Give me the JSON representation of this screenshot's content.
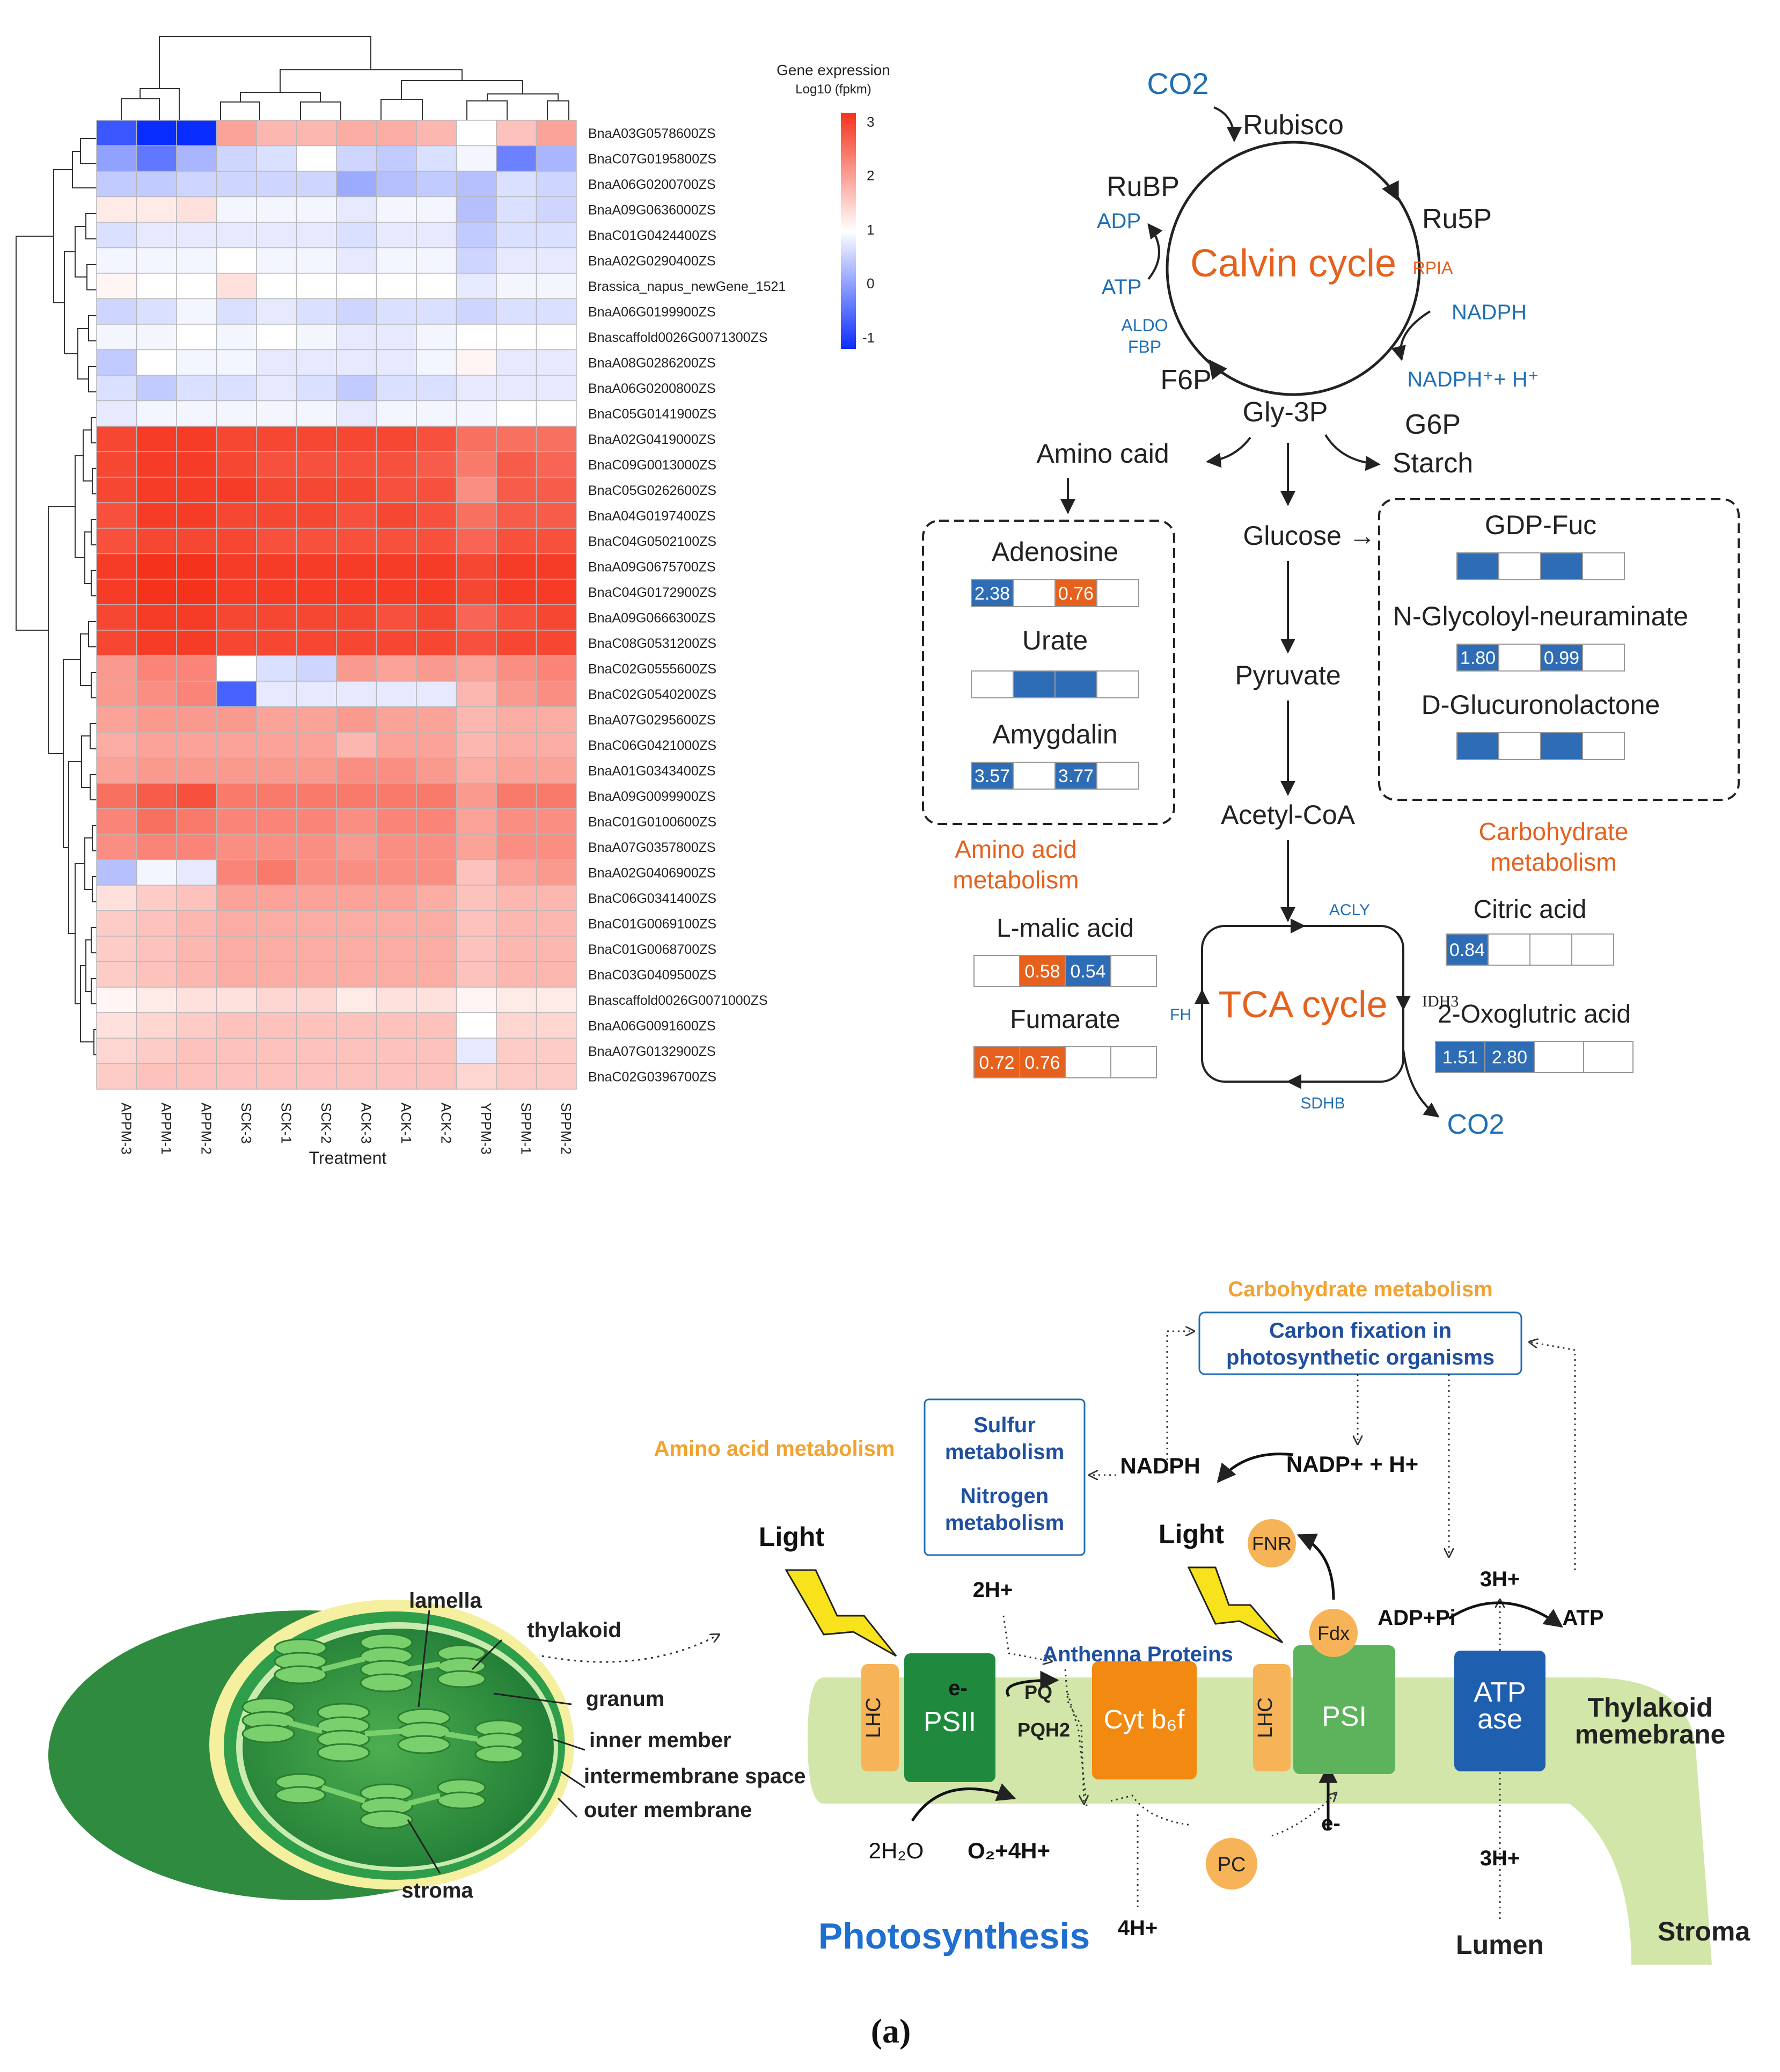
{
  "heatmap": {
    "legend_title": "Gene expression",
    "legend_subtitle": "Log10 (fpkm)",
    "legend_ticks": [
      "3",
      "2",
      "1",
      "0",
      "-1"
    ],
    "columns": [
      "APPM-3",
      "APPM-1",
      "APPM-2",
      "SCK-3",
      "SCK-1",
      "SCK-2",
      "ACK-3",
      "ACK-1",
      "ACK-2",
      "YPPM-3",
      "SPPM-1",
      "SPPM-2"
    ],
    "x_axis_label": "Treatment",
    "rows": [
      {
        "gene": "BnaA03G0578600ZS",
        "values": [
          -0.6,
          -1.0,
          -1.0,
          1.9,
          1.7,
          1.7,
          1.8,
          1.8,
          1.7,
          1.0,
          1.6,
          1.9
        ]
      },
      {
        "gene": "BnaC07G0195800ZS",
        "values": [
          0.1,
          -0.3,
          0.3,
          0.6,
          0.7,
          1.0,
          0.6,
          0.5,
          0.7,
          0.9,
          -0.2,
          0.3
        ]
      },
      {
        "gene": "BnaA06G0200700ZS",
        "values": [
          0.5,
          0.5,
          0.6,
          0.6,
          0.6,
          0.6,
          0.2,
          0.4,
          0.5,
          0.4,
          0.7,
          0.6
        ]
      },
      {
        "gene": "BnaA09G0636000ZS",
        "values": [
          1.2,
          1.2,
          1.3,
          0.9,
          0.9,
          0.9,
          0.8,
          0.9,
          0.9,
          0.4,
          0.7,
          0.6
        ]
      },
      {
        "gene": "BnaC01G0424400ZS",
        "values": [
          0.7,
          0.8,
          0.8,
          0.8,
          0.8,
          0.8,
          0.7,
          0.8,
          0.8,
          0.5,
          0.7,
          0.7
        ]
      },
      {
        "gene": "BnaA02G0290400ZS",
        "values": [
          0.9,
          0.9,
          0.9,
          1.0,
          0.9,
          0.9,
          0.8,
          0.9,
          0.9,
          0.6,
          0.8,
          0.8
        ]
      },
      {
        "gene": "Brassica_napus_newGene_1521",
        "values": [
          1.1,
          1.0,
          1.0,
          1.3,
          1.0,
          1.0,
          1.0,
          1.0,
          1.0,
          0.8,
          0.9,
          0.9
        ]
      },
      {
        "gene": "BnaA06G0199900ZS",
        "values": [
          0.6,
          0.7,
          0.9,
          0.7,
          0.8,
          0.7,
          0.6,
          0.7,
          0.7,
          0.6,
          0.7,
          0.7
        ]
      },
      {
        "gene": "Bnascaffold0026G0071300ZS",
        "values": [
          0.9,
          0.9,
          1.0,
          0.9,
          1.0,
          0.9,
          0.8,
          0.8,
          0.9,
          1.0,
          1.0,
          1.0
        ]
      },
      {
        "gene": "BnaA08G0286200ZS",
        "values": [
          0.5,
          1.0,
          0.9,
          0.9,
          0.8,
          0.8,
          0.8,
          0.8,
          0.9,
          1.1,
          0.8,
          0.8
        ]
      },
      {
        "gene": "BnaA06G0200800ZS",
        "values": [
          0.7,
          0.5,
          0.7,
          0.7,
          0.8,
          0.7,
          0.5,
          0.7,
          0.7,
          0.8,
          0.8,
          0.8
        ]
      },
      {
        "gene": "BnaC05G0141900ZS",
        "values": [
          0.8,
          0.9,
          0.9,
          0.9,
          0.9,
          0.9,
          0.8,
          0.9,
          0.9,
          0.9,
          1.0,
          1.0
        ]
      },
      {
        "gene": "BnaA02G0419000ZS",
        "values": [
          2.8,
          2.9,
          2.9,
          2.8,
          2.8,
          2.8,
          2.8,
          2.8,
          2.7,
          2.4,
          2.4,
          2.4
        ]
      },
      {
        "gene": "BnaC09G0013000ZS",
        "values": [
          2.8,
          2.9,
          2.9,
          2.8,
          2.7,
          2.7,
          2.7,
          2.7,
          2.6,
          2.3,
          2.6,
          2.5
        ]
      },
      {
        "gene": "BnaC05G0262600ZS",
        "values": [
          2.8,
          2.9,
          2.9,
          2.9,
          2.8,
          2.8,
          2.8,
          2.7,
          2.7,
          2.1,
          2.6,
          2.6
        ]
      },
      {
        "gene": "BnaA04G0197400ZS",
        "values": [
          2.7,
          2.9,
          2.9,
          2.8,
          2.8,
          2.8,
          2.7,
          2.8,
          2.7,
          2.4,
          2.6,
          2.6
        ]
      },
      {
        "gene": "BnaC04G0502100ZS",
        "values": [
          2.7,
          2.8,
          2.8,
          2.8,
          2.7,
          2.7,
          2.7,
          2.7,
          2.7,
          2.5,
          2.7,
          2.7
        ]
      },
      {
        "gene": "BnaA09G0675700ZS",
        "values": [
          2.9,
          3.0,
          3.0,
          2.9,
          2.9,
          2.9,
          2.9,
          2.9,
          2.9,
          2.8,
          2.9,
          2.9
        ]
      },
      {
        "gene": "BnaC04G0172900ZS",
        "values": [
          2.9,
          3.0,
          3.0,
          2.9,
          2.9,
          2.9,
          2.9,
          2.9,
          2.9,
          2.8,
          2.9,
          2.9
        ]
      },
      {
        "gene": "BnaA09G0666300ZS",
        "values": [
          2.8,
          2.9,
          2.9,
          2.8,
          2.8,
          2.8,
          2.8,
          2.7,
          2.8,
          2.5,
          2.7,
          2.8
        ]
      },
      {
        "gene": "BnaC08G0531200ZS",
        "values": [
          2.8,
          2.9,
          2.9,
          2.8,
          2.8,
          2.8,
          2.8,
          2.8,
          2.8,
          2.7,
          2.8,
          2.8
        ]
      },
      {
        "gene": "BnaC02G0555600ZS",
        "values": [
          2.0,
          2.2,
          2.2,
          1.0,
          0.7,
          0.6,
          2.0,
          1.9,
          2.0,
          1.9,
          2.1,
          2.2
        ]
      },
      {
        "gene": "BnaC02G0540200ZS",
        "values": [
          2.0,
          2.1,
          2.2,
          -0.5,
          0.8,
          0.8,
          0.8,
          0.8,
          0.8,
          1.7,
          2.0,
          2.1
        ]
      },
      {
        "gene": "BnaA07G0295600ZS",
        "values": [
          1.9,
          2.0,
          2.0,
          2.0,
          1.9,
          1.9,
          2.0,
          1.9,
          1.9,
          1.7,
          1.8,
          1.8
        ]
      },
      {
        "gene": "BnaC06G0421000ZS",
        "values": [
          1.8,
          1.9,
          1.9,
          1.9,
          1.9,
          1.9,
          1.7,
          1.9,
          1.9,
          1.7,
          1.8,
          1.8
        ]
      },
      {
        "gene": "BnaA01G0343400ZS",
        "values": [
          1.9,
          2.0,
          2.0,
          2.0,
          2.0,
          2.0,
          2.1,
          2.1,
          2.0,
          1.8,
          1.9,
          1.9
        ]
      },
      {
        "gene": "BnaA09G0099900ZS",
        "values": [
          2.4,
          2.6,
          2.7,
          2.3,
          2.3,
          2.3,
          2.3,
          2.3,
          2.3,
          2.0,
          2.3,
          2.3
        ]
      },
      {
        "gene": "BnaC01G0100600ZS",
        "values": [
          2.2,
          2.4,
          2.3,
          2.2,
          2.2,
          2.2,
          2.1,
          2.2,
          2.2,
          1.9,
          2.1,
          2.1
        ]
      },
      {
        "gene": "BnaA07G0357800ZS",
        "values": [
          2.1,
          2.2,
          2.2,
          2.1,
          2.1,
          2.1,
          2.0,
          2.1,
          2.1,
          1.9,
          2.1,
          2.1
        ]
      },
      {
        "gene": "BnaA02G0406900ZS",
        "values": [
          0.4,
          0.9,
          0.8,
          2.2,
          2.3,
          2.1,
          2.1,
          2.1,
          2.1,
          1.6,
          1.9,
          2.0
        ]
      },
      {
        "gene": "BnaC06G0341400ZS",
        "values": [
          1.3,
          1.5,
          1.6,
          1.9,
          1.9,
          1.9,
          1.9,
          1.9,
          1.8,
          1.6,
          1.7,
          1.7
        ]
      },
      {
        "gene": "BnaC01G0069100ZS",
        "values": [
          1.5,
          1.6,
          1.7,
          1.8,
          1.8,
          1.8,
          1.8,
          1.8,
          1.8,
          1.6,
          1.7,
          1.7
        ]
      },
      {
        "gene": "BnaC01G0068700ZS",
        "values": [
          1.5,
          1.6,
          1.7,
          1.8,
          1.8,
          1.8,
          1.8,
          1.8,
          1.8,
          1.6,
          1.7,
          1.7
        ]
      },
      {
        "gene": "BnaC03G0409500ZS",
        "values": [
          1.5,
          1.6,
          1.7,
          1.8,
          1.8,
          1.8,
          1.8,
          1.8,
          1.8,
          1.6,
          1.7,
          1.7
        ]
      },
      {
        "gene": "Bnascaffold0026G0071000ZS",
        "values": [
          1.1,
          1.2,
          1.3,
          1.3,
          1.4,
          1.4,
          1.2,
          1.3,
          1.3,
          1.1,
          1.2,
          1.2
        ]
      },
      {
        "gene": "BnaA06G0091600ZS",
        "values": [
          1.3,
          1.4,
          1.5,
          1.6,
          1.6,
          1.6,
          1.6,
          1.6,
          1.6,
          1.0,
          1.4,
          1.4
        ]
      },
      {
        "gene": "BnaA07G0132900ZS",
        "values": [
          1.4,
          1.5,
          1.6,
          1.6,
          1.6,
          1.6,
          1.6,
          1.6,
          1.6,
          0.8,
          1.5,
          1.5
        ]
      },
      {
        "gene": "BnaC02G0396700ZS",
        "values": [
          1.5,
          1.6,
          1.6,
          1.6,
          1.6,
          1.6,
          1.6,
          1.6,
          1.6,
          1.4,
          1.5,
          1.5
        ]
      }
    ]
  },
  "calvin": {
    "co2_in": "CO2",
    "rubisco": "Rubisco",
    "rubp": "RuBP",
    "ru5p": "Ru5P",
    "adp": "ADP",
    "atp": "ATP",
    "aldo": "ALDO",
    "fbp": "FBP",
    "title": "Calvin cycle",
    "rpia": "RPIA",
    "nadph": "NADPH",
    "nadph_plus": "NADPH⁺+ H⁺",
    "f6p": "F6P",
    "gly3p": "Gly-3P",
    "g6p": "G6P",
    "starch": "Starch",
    "amino_caid": "Amino caid",
    "glucose": "Glucose →",
    "pyruvate": "Pyruvate",
    "acetyl_coa": "Acetyl-CoA",
    "amino_box": {
      "items": [
        {
          "name": "Adenosine",
          "cells": [
            "2.38",
            "",
            "0.76",
            ""
          ],
          "colors": [
            "#2e6db6",
            "",
            "#e5611d",
            ""
          ]
        },
        {
          "name": "Urate",
          "cells": [
            "",
            "",
            "",
            ""
          ],
          "colors": [
            "",
            "#2e6db6",
            "#2e6db6",
            ""
          ]
        },
        {
          "name": "Amygdalin",
          "cells": [
            "3.57",
            "",
            "3.77",
            ""
          ],
          "colors": [
            "#2e6db6",
            "",
            "#2e6db6",
            ""
          ]
        }
      ],
      "caption_1": "Amino acid",
      "caption_2": "metabolism"
    },
    "carb_box": {
      "items": [
        {
          "name": "GDP-Fuc",
          "cells": [
            "",
            "",
            "",
            ""
          ],
          "colors": [
            "#2e6db6",
            "",
            "#2e6db6",
            ""
          ]
        },
        {
          "name": "N-Glycoloyl-neuraminate",
          "cells": [
            "1.80",
            "",
            "0.99",
            ""
          ],
          "colors": [
            "#2e6db6",
            "",
            "#2e6db6",
            ""
          ]
        },
        {
          "name": "D-Glucuronolactone",
          "cells": [
            "",
            "",
            "",
            ""
          ],
          "colors": [
            "#2e6db6",
            "",
            "#2e6db6",
            ""
          ]
        }
      ],
      "caption_1": "Carbohydrate",
      "caption_2": "metabolism"
    },
    "tca": {
      "title": "TCA cycle",
      "acly": "ACLY",
      "idh3": "IDH3",
      "sdhb": "SDHB",
      "fh": "FH",
      "co2_out": "CO2",
      "malic": {
        "name": "L-malic acid",
        "cells": [
          "",
          "0.58",
          "0.54",
          ""
        ],
        "colors": [
          "",
          "#e5611d",
          "#2e6db6",
          ""
        ]
      },
      "fumarate": {
        "name": "Fumarate",
        "cells": [
          "0.72",
          "0.76",
          "",
          ""
        ],
        "colors": [
          "#e5611d",
          "#e5611d",
          "",
          ""
        ]
      },
      "citric": {
        "name": "Citric acid",
        "cells": [
          "0.84",
          "",
          "",
          ""
        ],
        "colors": [
          "#2e6db6",
          "",
          "",
          ""
        ]
      },
      "oxo": {
        "name": "2-Oxoglutric acid",
        "cells": [
          "1.51",
          "2.80",
          "",
          ""
        ],
        "colors": [
          "#2e6db6",
          "#2e6db6",
          "",
          ""
        ]
      }
    }
  },
  "photosynthesis": {
    "carb_meta": "Carbohydrate metabolism",
    "carbon_fix_1": "Carbon fixation in",
    "carbon_fix_2": "photosynthetic organisms",
    "amino_meta": "Amino acid metabolism",
    "sulfur_1": "Sulfur",
    "sulfur_2": "metabolism",
    "nitrogen_1": "Nitrogen",
    "nitrogen_2": "metabolism",
    "nadph": "NADPH",
    "nadp": "NADP+ + H+",
    "light_1": "Light",
    "light_2": "Light",
    "fnr": "FNR",
    "two_h": "2H+",
    "three_h_top": "3H+",
    "adp_pi": "ADP+Pi",
    "atp": "ATP",
    "antenna": "Anthenna Proteins",
    "fdx": "Fdx",
    "lhc_1": "LHC",
    "psii": "PSII",
    "e_1": "e-",
    "pq": "PQ",
    "pqh2": "PQH2",
    "cyt": "Cyt b₆f",
    "lhc_2": "LHC",
    "psi": "PSI",
    "atpase_1": "ATP",
    "atpase_2": "ase",
    "thylakoid_1": "Thylakoid",
    "thylakoid_2": "memebrane",
    "pc": "PC",
    "e_2": "e-",
    "h2o": "2H₂O",
    "o2": "O₂+4H+",
    "four_h": "4H+",
    "three_h_bottom": "3H+",
    "lumen": "Lumen",
    "stroma_right": "Stroma",
    "title": "Photosynthesis",
    "chloro": {
      "lamella": "lamella",
      "thylakoid": "thylakoid",
      "granum": "granum",
      "inner": "inner member",
      "intermembrane": "intermembrane space",
      "outer": "outer membrane",
      "stroma": "stroma"
    }
  },
  "panel_label": "(a)"
}
